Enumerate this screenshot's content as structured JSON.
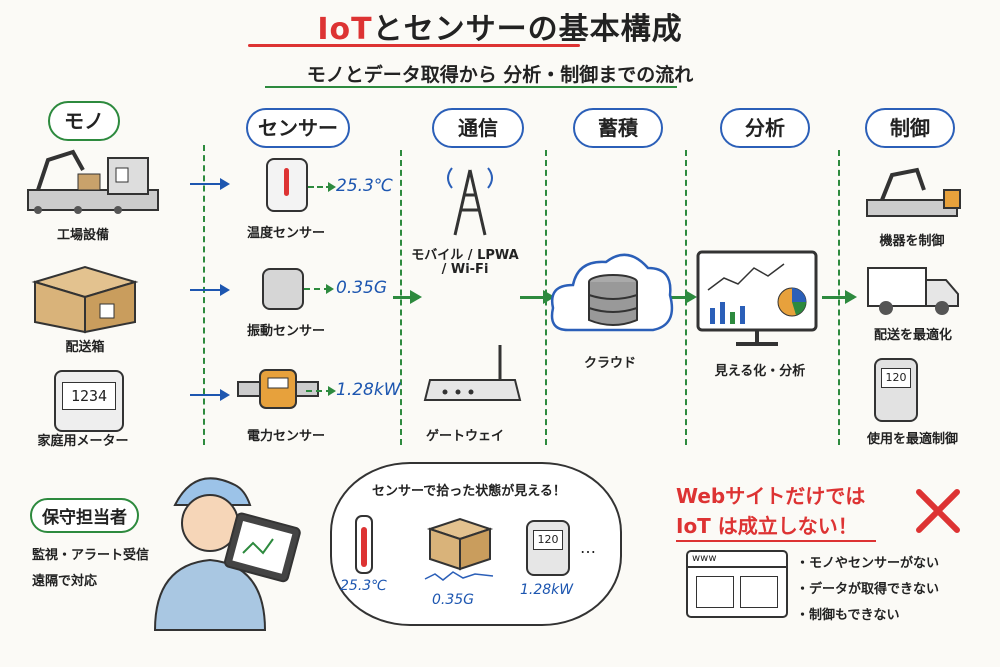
{
  "title": {
    "prefix": "IoT",
    "rest": "とセンサーの基本構成"
  },
  "subtitle": "モノとデータ取得から 分析・制御までの流れ",
  "columns": {
    "mono": "モノ",
    "sensor": "センサー",
    "comm": "通信",
    "store": "蓄積",
    "analysis": "分析",
    "control": "制御"
  },
  "things": [
    "工場設備",
    "配送箱",
    "家庭用メーター"
  ],
  "sensors": [
    {
      "label": "温度センサー",
      "value": "25.3℃"
    },
    {
      "label": "振動センサー",
      "value": "0.35G"
    },
    {
      "label": "電力センサー",
      "value": "1.28kW"
    }
  ],
  "comm": {
    "mobile": "モバイル / LPWA",
    "wifi": "/ Wi-Fi",
    "gateway": "ゲートウェイ",
    "meter_display": "1234"
  },
  "store": {
    "cloud": "クラウド"
  },
  "analysis": {
    "label": "見える化・分析"
  },
  "control": {
    "items": [
      "機器を制御",
      "配送を最適化",
      "使用を最適制御"
    ],
    "display": "120"
  },
  "maintenance": {
    "title": "保守担当者",
    "line1": "監視・アラート受信",
    "line2": "遠隔で対応"
  },
  "bubble": {
    "title": "センサーで拾った状態が見える！",
    "temp": "25.3℃",
    "vib": "0.35G",
    "power": "1.28kW",
    "display": "120",
    "ellipsis": "…"
  },
  "note": {
    "line1": "Webサイトだけでは",
    "line2": "IoT は成立しない！",
    "browser_label": "www",
    "bullets": [
      "・モノやセンサーがない",
      "・データが取得できない",
      "・制御もできない"
    ]
  },
  "colors": {
    "accent_red": "#d33333",
    "accent_green": "#2d8a3e",
    "accent_blue": "#1d56b0"
  }
}
